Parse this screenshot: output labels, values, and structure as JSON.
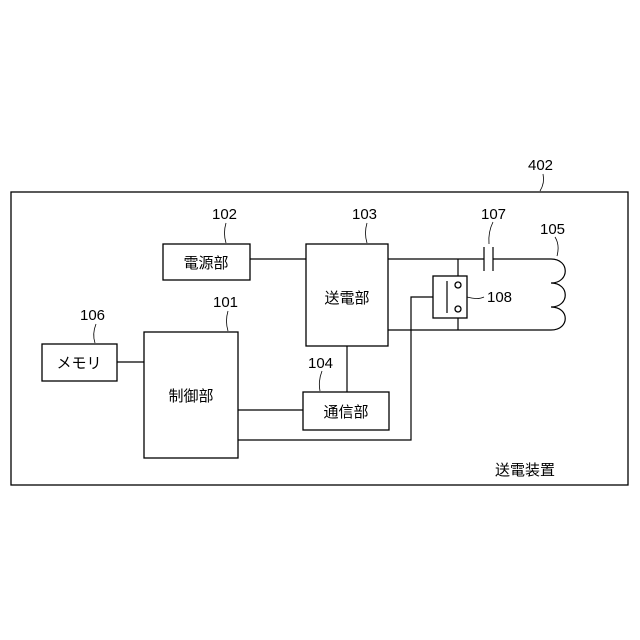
{
  "device": {
    "ref": "402",
    "caption": "送電装置"
  },
  "blocks": {
    "power_supply": {
      "ref": "102",
      "label": "電源部"
    },
    "power_transmitter": {
      "ref": "103",
      "label": "送電部"
    },
    "controller": {
      "ref": "101",
      "label": "制御部"
    },
    "communication": {
      "ref": "104",
      "label": "通信部"
    },
    "memory": {
      "ref": "106",
      "label": "メモリ"
    }
  },
  "components": {
    "capacitor": {
      "ref": "107"
    },
    "coil": {
      "ref": "105"
    },
    "switch": {
      "ref": "108"
    }
  },
  "colors": {
    "line": "#000000",
    "background": "#ffffff"
  }
}
